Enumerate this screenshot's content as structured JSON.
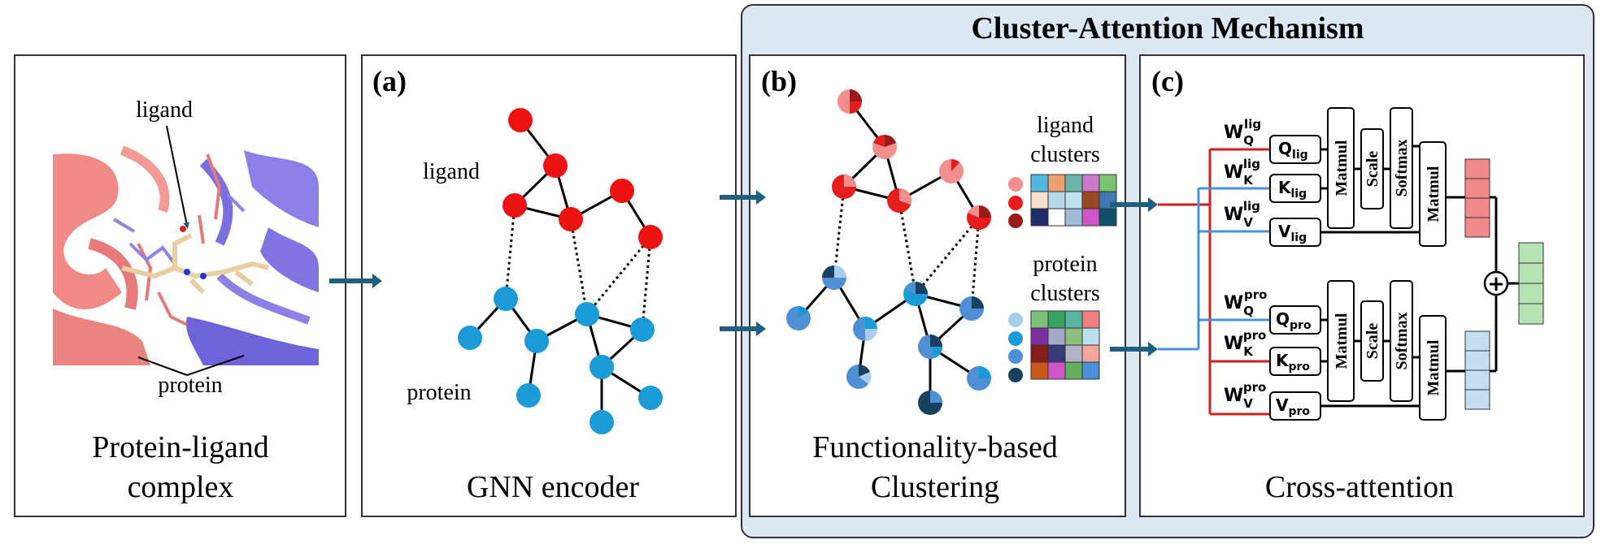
{
  "attention_title": "Cluster-Attention Mechanism",
  "complex_panel": {
    "ligand_label": "ligand",
    "protein_label": "protein",
    "caption_line1": "Protein-ligand",
    "caption_line2": "complex"
  },
  "panel_a": {
    "letter": "(a)",
    "ligand_label": "ligand",
    "protein_label": "protein",
    "caption": "GNN encoder"
  },
  "panel_b": {
    "letter": "(b)",
    "ligand_clusters_line1": "ligand",
    "ligand_clusters_line2": "clusters",
    "protein_clusters_line1": "protein",
    "protein_clusters_line2": "clusters",
    "caption_line1": "Functionality-based",
    "caption_line2": "Clustering"
  },
  "panel_c": {
    "letter": "(c)",
    "caption": "Cross-attention",
    "weights": [
      {
        "base": "W",
        "sub": "Q",
        "sup": "lig"
      },
      {
        "base": "W",
        "sub": "K",
        "sup": "lig"
      },
      {
        "base": "W",
        "sub": "V",
        "sup": "lig"
      },
      {
        "base": "W",
        "sub": "Q",
        "sup": "pro"
      },
      {
        "base": "W",
        "sub": "K",
        "sup": "pro"
      },
      {
        "base": "W",
        "sub": "V",
        "sup": "pro"
      }
    ],
    "qkv_boxes": [
      {
        "base": "Q",
        "sub": "lig"
      },
      {
        "base": "K",
        "sub": "lig"
      },
      {
        "base": "V",
        "sub": "lig"
      },
      {
        "base": "Q",
        "sub": "pro"
      },
      {
        "base": "K",
        "sub": "pro"
      },
      {
        "base": "V",
        "sub": "pro"
      }
    ],
    "ops": {
      "matmul": "Matmul",
      "scale": "Scale",
      "softmax": "Softmax"
    },
    "sum_symbol": "+"
  },
  "colors": {
    "ligand_node": "#ee1111",
    "protein_node": "#1a9bd7",
    "arrow": "#1f5f7f",
    "attention_bg": "#dce8f3",
    "red_line": "#cc1f1f",
    "blue_line": "#4a90d9",
    "ligand_output": "#f0898a",
    "protein_output": "#c4ddf0",
    "sum_output": "#b6e3b4"
  }
}
